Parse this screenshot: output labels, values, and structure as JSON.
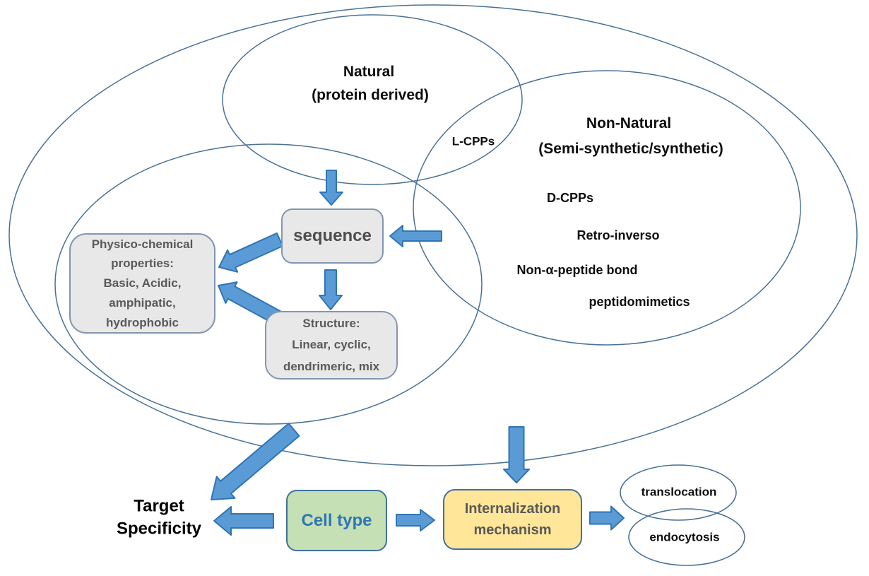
{
  "figure": {
    "natural": {
      "title": "Natural",
      "subtitle": "(protein derived)"
    },
    "non_natural": {
      "title": "Non-Natural",
      "subtitle": "(Semi-synthetic/synthetic)",
      "items": [
        "D-CPPs",
        "Retro-inverso",
        "Non-α-peptide bond",
        "peptidomimetics"
      ]
    },
    "overlap_label": "L-CPPs",
    "boxes": {
      "sequence": "sequence",
      "physico_chemical": "Physico-chemical\nproperties:\nBasic, Acidic,\namphipatic,\nhydrophobic",
      "structure": "Structure:\nLinear, cyclic,\ndendrimeric, mix",
      "cell_type": "Cell type",
      "internalization": "Internalization\nmechanism"
    },
    "target_specificity": "Target\nSpecificity",
    "outcomes": {
      "translocation": "translocation",
      "endocytosis": "endocytosis"
    }
  },
  "colors": {
    "arrow_fill": "#5b9bd5",
    "arrow_stroke": "#2e75b6",
    "ellipse_outline": "#4a7195",
    "gray_box_fill": "#e9e8e8",
    "gray_box_border": "#8496b0",
    "green_box_fill": "#c5e0b4",
    "yellow_box_fill": "#ffe699",
    "colored_box_border": "#41719c",
    "cell_type_text": "#2e75b6",
    "box_text": "#595959"
  }
}
